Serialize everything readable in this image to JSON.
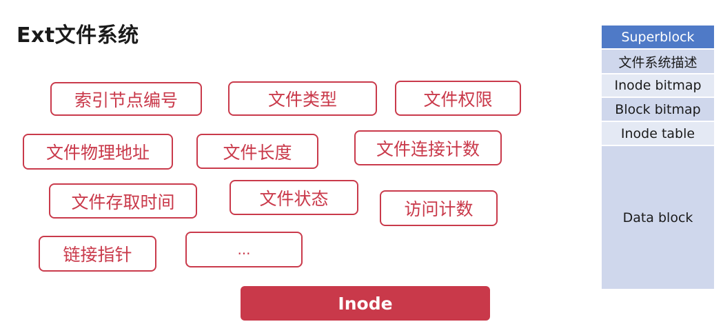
{
  "title": "Ext文件系统",
  "inode_label": "Inode",
  "attributes": [
    "索引节点编号",
    "文件类型",
    "文件权限",
    "文件物理地址",
    "文件长度",
    "文件连接计数",
    "文件存取时间",
    "文件状态",
    "访问计数",
    "链接指针",
    "..."
  ],
  "disk_layout": [
    "Superblock",
    "文件系统描述",
    "Inode bitmap",
    "Block bitmap",
    "Inode table",
    "Data block"
  ],
  "colors": {
    "accent_red": "#c9394a",
    "superblock_blue": "#4f7ac7",
    "segment_light": "#cfd7ec"
  }
}
